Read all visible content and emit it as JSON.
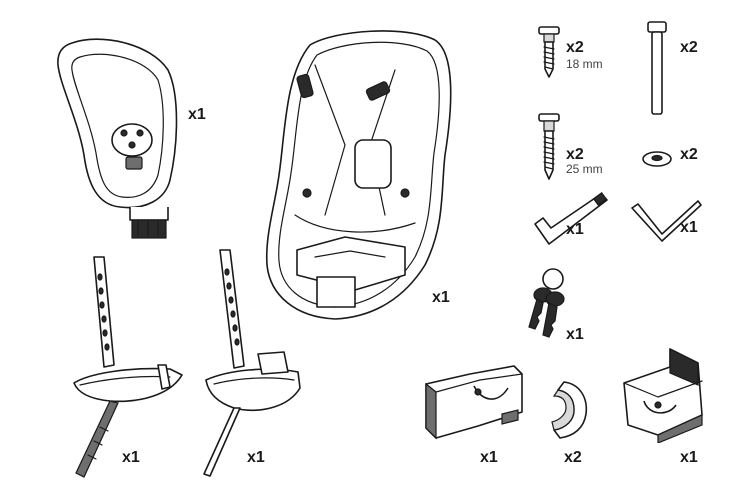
{
  "parts": [
    {
      "id": "headrest",
      "qty": "x1"
    },
    {
      "id": "seat",
      "qty": "x1"
    },
    {
      "id": "screw_18",
      "qty": "x2",
      "size": "18 mm"
    },
    {
      "id": "screw_25",
      "qty": "x2",
      "size": "25 mm"
    },
    {
      "id": "bolt",
      "qty": "x2"
    },
    {
      "id": "washer",
      "qty": "x2"
    },
    {
      "id": "hex_key_large",
      "qty": "x1"
    },
    {
      "id": "hex_key_small",
      "qty": "x1"
    },
    {
      "id": "keys",
      "qty": "x1"
    },
    {
      "id": "footrest_left",
      "qty": "x1"
    },
    {
      "id": "footrest_right",
      "qty": "x1"
    },
    {
      "id": "bracket_holder",
      "qty": "x1"
    },
    {
      "id": "spacer",
      "qty": "x2"
    },
    {
      "id": "mount_block",
      "qty": "x1"
    }
  ],
  "colors": {
    "line": "#1a1a1a",
    "dark_fill": "#2a2a2a",
    "mid_fill": "#6e6e6e"
  }
}
